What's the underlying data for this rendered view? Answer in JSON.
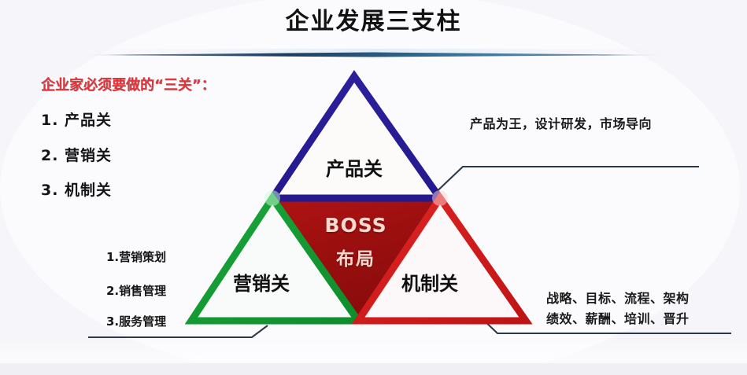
{
  "page": {
    "title": "企业发展三支柱",
    "accent_blue": "#2a1f9e",
    "accent_green": "#18a03a",
    "accent_red": "#d92020",
    "accent_darkred": "#9c0f0f",
    "heading_red": "#e0363c",
    "divider_color": "#2d4f72",
    "background": "#f5f4f8"
  },
  "left_panel": {
    "heading": "企业家必须要做的“三关”：",
    "items": [
      "1. 产品关",
      "2. 营销关",
      "3. 机制关"
    ]
  },
  "diagram": {
    "top_triangle": {
      "label": "产品关",
      "outline_color": "#2a1f9e"
    },
    "left_triangle": {
      "label": "营销关",
      "outline_color": "#18a03a"
    },
    "right_triangle": {
      "label": "机制关",
      "outline_color": "#d92020"
    },
    "center_triangle": {
      "label_line1": "BOSS",
      "label_line2": "布局",
      "fill_color": "#9c0f0f",
      "text_color": "#fbd9cf"
    }
  },
  "annotations": {
    "product_note": "产品为王，设计研发，市场导向",
    "marketing_items": [
      "1.营销策划",
      "2.销售管理",
      "3.服务管理"
    ],
    "mechanism_notes": [
      "战略、目标、流程、架构",
      "绩效、薪酬、培训、晋升"
    ]
  }
}
